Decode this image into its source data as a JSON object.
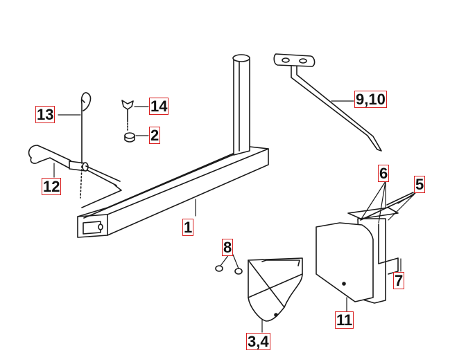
{
  "callouts": {
    "c13": "13",
    "c14": "14",
    "c2": "2",
    "c9_10": "9,10",
    "c12": "12",
    "c1": "1",
    "c6": "6",
    "c5": "5",
    "c8": "8",
    "c7": "7",
    "c11": "11",
    "c3_4": "3,4"
  },
  "colors": {
    "callout_border": "#d92020",
    "line": "#1a1a1a",
    "background": "#ffffff"
  }
}
